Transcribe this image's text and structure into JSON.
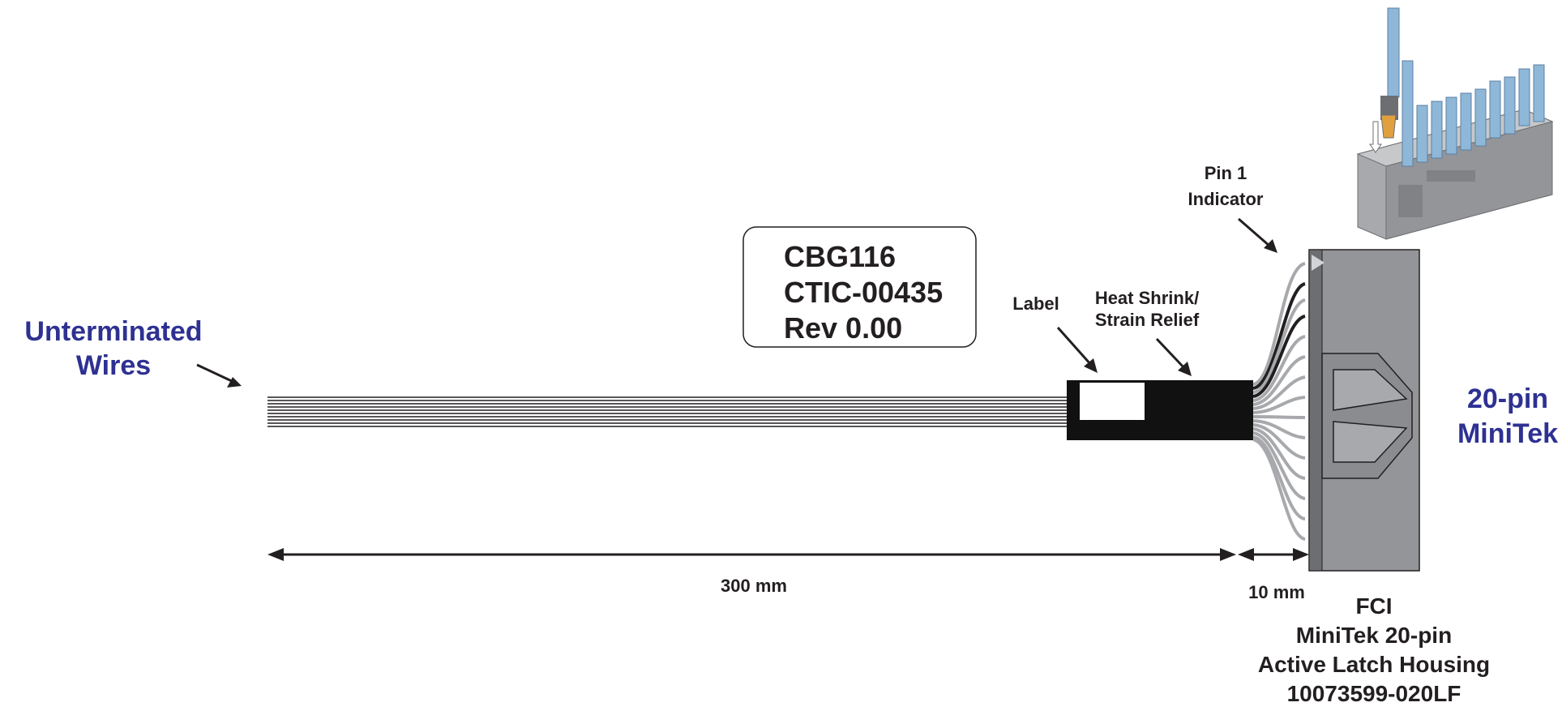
{
  "labels": {
    "unterminated_line1": "Unterminated",
    "unterminated_line2": "Wires",
    "connector_line1": "20-pin",
    "connector_line2": "MiniTek",
    "label_callout": "Label",
    "heat_shrink_line1": "Heat Shrink/",
    "heat_shrink_line2": "Strain Relief",
    "pin1_line1": "Pin 1",
    "pin1_line2": "Indicator"
  },
  "part_label": {
    "line1": "CBG116",
    "line2": "CTIC-00435",
    "line3": "Rev 0.00"
  },
  "dimensions": {
    "cable_length": "300 mm",
    "breakout_length": "10 mm"
  },
  "connector_spec": {
    "line1": "FCI",
    "line2": "MiniTek 20-pin",
    "line3": "Active Latch Housing",
    "line4": "10073599-020LF"
  },
  "colors": {
    "title_blue": "#2e3192",
    "text_black": "#231f20",
    "housing_gray": "#939598",
    "housing_dark": "#6d6e71",
    "wire_gray": "#a7a9ac",
    "pin_blue": "#8fb8d8"
  }
}
